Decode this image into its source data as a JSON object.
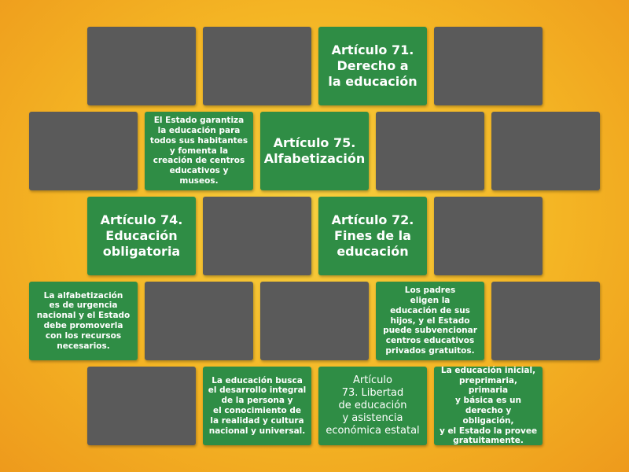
{
  "tiles": [
    {
      "id": "r1c1",
      "state": "hidden"
    },
    {
      "id": "r1c2",
      "state": "hidden"
    },
    {
      "id": "r1c3",
      "state": "revealed",
      "kind": "title",
      "text": "Artículo 71.\nDerecho a\nla educación"
    },
    {
      "id": "r1c4",
      "state": "hidden"
    },
    {
      "id": "r2c1",
      "state": "hidden"
    },
    {
      "id": "r2c2",
      "state": "revealed",
      "kind": "desc",
      "text": "El Estado garantiza\nla educación para\ntodos sus habitantes\ny fomenta la\ncreación de centros\neducativos y museos."
    },
    {
      "id": "r2c3",
      "state": "revealed",
      "kind": "title",
      "text": "Artículo 75.\nAlfabetización"
    },
    {
      "id": "r2c4",
      "state": "hidden"
    },
    {
      "id": "r2c5",
      "state": "hidden"
    },
    {
      "id": "r3c1",
      "state": "revealed",
      "kind": "title",
      "text": "Artículo 74.\nEducación\nobligatoria"
    },
    {
      "id": "r3c2",
      "state": "hidden"
    },
    {
      "id": "r3c3",
      "state": "revealed",
      "kind": "title",
      "text": "Artículo 72.\nFines de la\neducación"
    },
    {
      "id": "r3c4",
      "state": "hidden"
    },
    {
      "id": "r4c1",
      "state": "revealed",
      "kind": "desc",
      "text": "La alfabetización\nes de urgencia\nnacional y el Estado\ndebe promoverla\ncon los recursos\nnecesarios."
    },
    {
      "id": "r4c2",
      "state": "hidden"
    },
    {
      "id": "r4c3",
      "state": "hidden"
    },
    {
      "id": "r4c4",
      "state": "revealed",
      "kind": "desc",
      "text": "Los padres\neligen la\neducación de sus\nhijos, y el Estado\npuede subvencionar\ncentros educativos\nprivados gratuitos."
    },
    {
      "id": "r4c5",
      "state": "hidden"
    },
    {
      "id": "r5c1",
      "state": "hidden"
    },
    {
      "id": "r5c2",
      "state": "revealed",
      "kind": "desc",
      "text": "La educación busca\nel desarrollo integral\nde la persona y\nel conocimiento de\nla realidad y cultura\nnacional y universal."
    },
    {
      "id": "r5c3",
      "state": "revealed",
      "kind": "title-sm",
      "text": "Artículo\n73. Libertad\nde educación\ny asistencia\neconómica estatal"
    },
    {
      "id": "r5c4",
      "state": "revealed",
      "kind": "desc",
      "text": "La educación inicial,\npreprimaria, primaria\ny básica es un\nderecho y obligación,\ny el Estado la provee\ngratuitamente."
    }
  ]
}
